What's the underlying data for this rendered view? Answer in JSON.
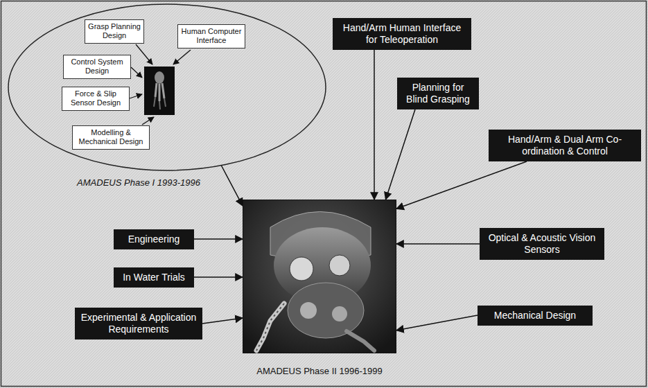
{
  "diagram": {
    "nodes": [
      {
        "text": [
          "AMADEUS Phase I 1993-1996"
        ]
      },
      {
        "text": [
          "Grasp Planning Design"
        ],
        "in": 0
      },
      {
        "text": [
          "Human Computer Interface"
        ],
        "in": 0
      },
      {
        "text": [
          "Control System Design"
        ],
        "in": 0
      },
      {
        "text": [
          "Force & Slip Sensor Design"
        ],
        "in": 0
      },
      {
        "text": [
          "Modelling & Mechanical Design"
        ],
        "in": 0
      },
      {
        "text": [
          "Hand/Arm Human Interface for Teleoperation"
        ]
      },
      {
        "text": [
          "Planning for Blind Grasping"
        ]
      },
      {
        "text": [
          "Hand/Arm & Dual Arm Co-ordination & Control"
        ]
      },
      {
        "text": [
          "Engineering"
        ]
      },
      {
        "text": [
          "Optical & Acoustic Vision Sensors"
        ]
      },
      {
        "text": [
          "In Water Trials"
        ]
      },
      {
        "text": [
          "Experimental & Application Requirements"
        ]
      },
      {
        "text": [
          "Mechanical Design"
        ]
      },
      {
        "text": [
          "AMADEUS Phase II 1996-1999"
        ]
      }
    ],
    "edges": [
      {
        "from": 0,
        "to": 14,
        "arrow": "to"
      },
      {
        "from": 6,
        "to": 14,
        "arrow": "to"
      },
      {
        "from": 7,
        "to": 14,
        "arrow": "to"
      },
      {
        "from": 8,
        "to": 14,
        "arrow": "to"
      },
      {
        "from": 9,
        "to": 14,
        "arrow": "to"
      },
      {
        "from": 10,
        "to": 14,
        "arrow": "to"
      },
      {
        "from": 11,
        "to": 14,
        "arrow": "to"
      },
      {
        "from": 12,
        "to": 14,
        "arrow": "to"
      },
      {
        "from": 13,
        "to": 14,
        "arrow": "to"
      }
    ]
  }
}
